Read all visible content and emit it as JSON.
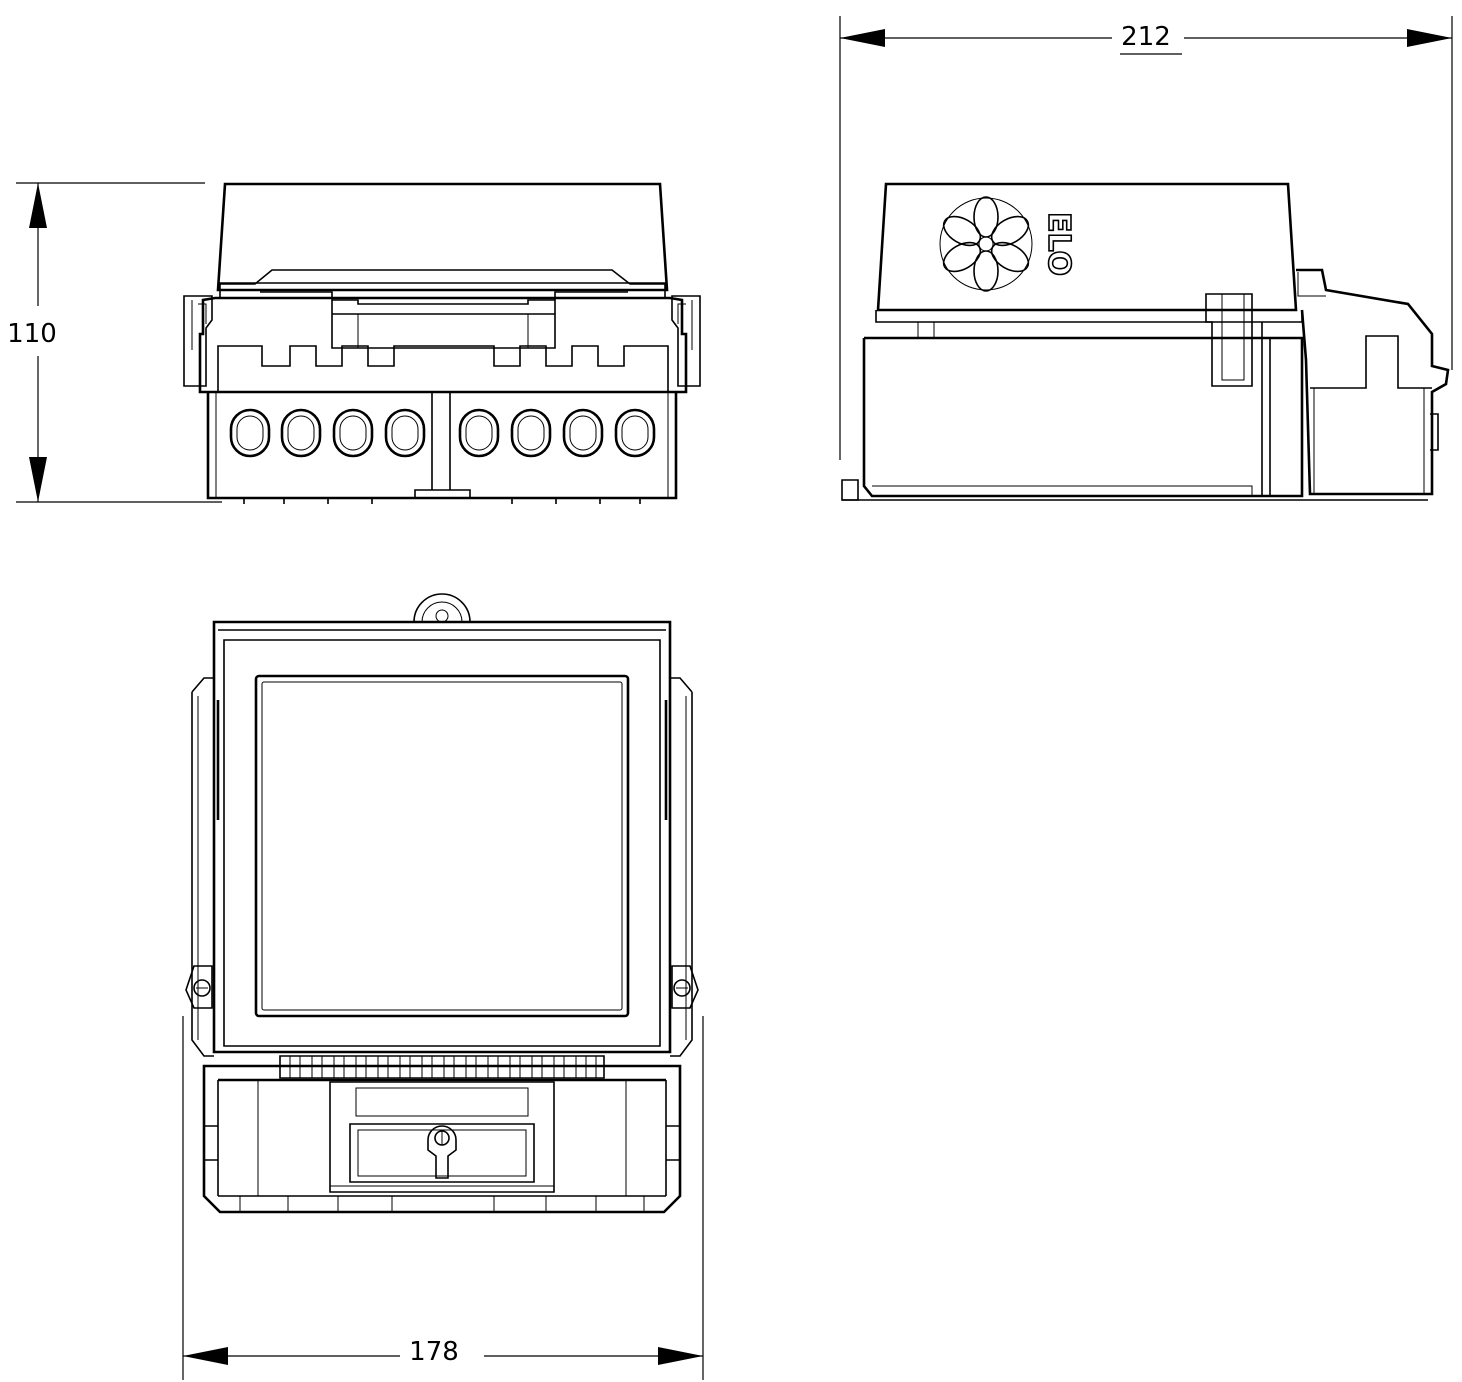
{
  "dimensions": {
    "height": "110",
    "depth": "212",
    "width": "178"
  },
  "logo": {
    "text": "ELO",
    "icon": "flower-emblem-icon"
  },
  "colors": {
    "line": "#000000",
    "background": "#ffffff"
  }
}
